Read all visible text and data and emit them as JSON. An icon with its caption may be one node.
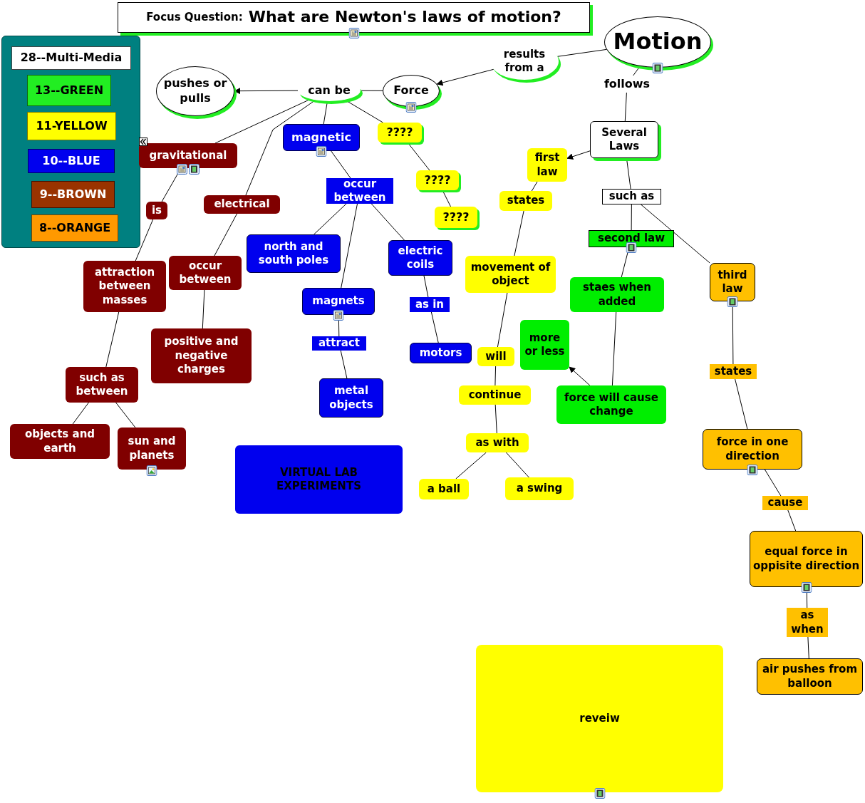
{
  "diagram": {
    "nodes": [
      {
        "text": [
          "Focus Question:",
          "What are Newton's laws of motion?"
        ]
      },
      {
        "text": [],
        "shape": "box"
      },
      {
        "text": [
          "28--Multi-Media"
        ],
        "in": 1
      },
      {
        "text": [
          "13--GREEN"
        ],
        "in": 1
      },
      {
        "text": [
          "11-YELLOW"
        ],
        "in": 1
      },
      {
        "text": [
          "10--BLUE"
        ],
        "in": 1
      },
      {
        "text": [
          "9--BROWN"
        ],
        "in": 1
      },
      {
        "text": [
          "8--ORANGE"
        ],
        "in": 1
      },
      {
        "text": [
          "Motion"
        ]
      },
      {
        "text": [
          "results from a"
        ]
      },
      {
        "text": [
          "Force"
        ]
      },
      {
        "text": [
          "can be"
        ]
      },
      {
        "text": [
          "pushes or pulls"
        ]
      },
      {
        "text": [
          "gravitational"
        ]
      },
      {
        "text": [
          "magnetic"
        ]
      },
      {
        "text": [
          "????"
        ]
      },
      {
        "text": [
          "????"
        ]
      },
      {
        "text": [
          "????"
        ]
      },
      {
        "text": [
          "follows"
        ]
      },
      {
        "text": [
          "Several Laws"
        ]
      },
      {
        "text": [
          "first law"
        ]
      },
      {
        "text": [
          "states"
        ]
      },
      {
        "text": [
          "such as"
        ]
      },
      {
        "text": [
          "second law"
        ]
      },
      {
        "text": [
          "third law"
        ]
      },
      {
        "text": [
          "is"
        ]
      },
      {
        "text": [
          "electrical"
        ]
      },
      {
        "text": [
          "occur between"
        ]
      },
      {
        "text": [
          "north and south poles"
        ]
      },
      {
        "text": [
          "electric coils"
        ]
      },
      {
        "text": [
          "movement of object"
        ]
      },
      {
        "text": [
          "staes when added"
        ]
      },
      {
        "text": [
          "attraction between masses"
        ]
      },
      {
        "text": [
          "occur between"
        ]
      },
      {
        "text": [
          "magnets"
        ]
      },
      {
        "text": [
          "as in"
        ]
      },
      {
        "text": [
          "more or less"
        ]
      },
      {
        "text": [
          "positive and negative charges"
        ]
      },
      {
        "text": [
          "attract"
        ]
      },
      {
        "text": [
          "motors"
        ]
      },
      {
        "text": [
          "will"
        ]
      },
      {
        "text": [
          "force will cause change"
        ]
      },
      {
        "text": [
          "states"
        ]
      },
      {
        "text": [
          "such as between"
        ]
      },
      {
        "text": [
          "metal objects"
        ]
      },
      {
        "text": [
          "continue"
        ]
      },
      {
        "text": [
          "objects and earth"
        ]
      },
      {
        "text": [
          "sun and planets"
        ]
      },
      {
        "text": [
          "VIRTUAL LAB EXPERIMENTS"
        ]
      },
      {
        "text": [
          "as with"
        ]
      },
      {
        "text": [
          "force in one direction"
        ]
      },
      {
        "text": [
          "a ball"
        ]
      },
      {
        "text": [
          "a swing"
        ]
      },
      {
        "text": [
          "cause"
        ]
      },
      {
        "text": [
          "equal force in oppisite direction"
        ]
      },
      {
        "text": [
          "as when"
        ]
      },
      {
        "text": [
          "air pushes from balloon"
        ]
      },
      {
        "text": [
          "reveiw"
        ]
      }
    ],
    "edges": [
      {
        "from": 8,
        "to": 9,
        "arrow": "none"
      },
      {
        "from": 9,
        "to": 10,
        "arrow": "to"
      },
      {
        "from": 10,
        "to": 11,
        "arrow": "none"
      },
      {
        "from": 11,
        "to": 12,
        "arrow": "to"
      },
      {
        "from": 11,
        "to": 13,
        "arrow": "none"
      },
      {
        "from": 11,
        "to": 26,
        "arrow": "none"
      },
      {
        "from": 11,
        "to": 14,
        "arrow": "none"
      },
      {
        "from": 11,
        "to": 15,
        "arrow": "none"
      },
      {
        "from": 15,
        "to": 16,
        "arrow": "none"
      },
      {
        "from": 16,
        "to": 17,
        "arrow": "none"
      },
      {
        "from": 8,
        "to": 18,
        "arrow": "none"
      },
      {
        "from": 18,
        "to": 19,
        "arrow": "none"
      },
      {
        "from": 19,
        "to": 20,
        "arrow": "to"
      },
      {
        "from": 19,
        "to": 22,
        "arrow": "none"
      },
      {
        "from": 22,
        "to": 23,
        "arrow": "none"
      },
      {
        "from": 22,
        "to": 24,
        "arrow": "none"
      },
      {
        "from": 13,
        "to": 25,
        "arrow": "none"
      },
      {
        "from": 25,
        "to": 32,
        "arrow": "none"
      },
      {
        "from": 32,
        "to": 43,
        "arrow": "none"
      },
      {
        "from": 43,
        "to": 46,
        "arrow": "none"
      },
      {
        "from": 43,
        "to": 47,
        "arrow": "none"
      },
      {
        "from": 26,
        "to": 33,
        "arrow": "none"
      },
      {
        "from": 33,
        "to": 37,
        "arrow": "none"
      },
      {
        "from": 14,
        "to": 27,
        "arrow": "none"
      },
      {
        "from": 27,
        "to": 28,
        "arrow": "none"
      },
      {
        "from": 27,
        "to": 34,
        "arrow": "none"
      },
      {
        "from": 27,
        "to": 29,
        "arrow": "none"
      },
      {
        "from": 34,
        "to": 38,
        "arrow": "none"
      },
      {
        "from": 38,
        "to": 44,
        "arrow": "none"
      },
      {
        "from": 29,
        "to": 35,
        "arrow": "none"
      },
      {
        "from": 35,
        "to": 39,
        "arrow": "none"
      },
      {
        "from": 20,
        "to": 21,
        "arrow": "none"
      },
      {
        "from": 21,
        "to": 30,
        "arrow": "none"
      },
      {
        "from": 30,
        "to": 40,
        "arrow": "none"
      },
      {
        "from": 40,
        "to": 45,
        "arrow": "none"
      },
      {
        "from": 45,
        "to": 49,
        "arrow": "none"
      },
      {
        "from": 49,
        "to": 51,
        "arrow": "none"
      },
      {
        "from": 49,
        "to": 52,
        "arrow": "none"
      },
      {
        "from": 23,
        "to": 31,
        "arrow": "none"
      },
      {
        "from": 31,
        "to": 41,
        "arrow": "none"
      },
      {
        "from": 41,
        "to": 36,
        "arrow": "to"
      },
      {
        "from": 24,
        "to": 42,
        "arrow": "none"
      },
      {
        "from": 42,
        "to": 50,
        "arrow": "none"
      },
      {
        "from": 50,
        "to": 53,
        "arrow": "none"
      },
      {
        "from": 53,
        "to": 54,
        "arrow": "none"
      },
      {
        "from": 54,
        "to": 55,
        "arrow": "none"
      },
      {
        "from": 55,
        "to": 56,
        "arrow": "none"
      }
    ]
  }
}
